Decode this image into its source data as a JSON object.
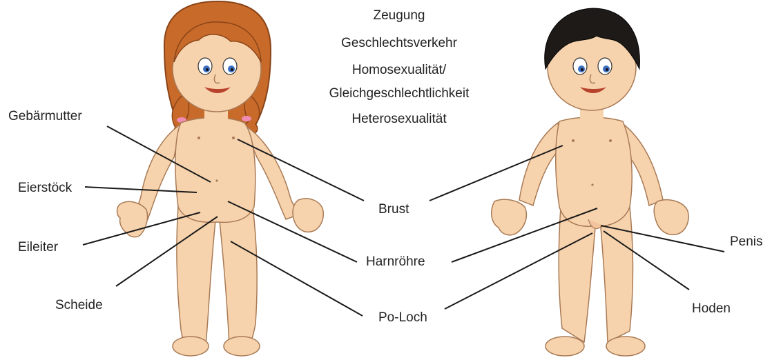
{
  "topics": [
    "Zeugung",
    "Geschlechtsverkehr",
    "Homosexualität/",
    "Gleichgeschlechtlichkeit",
    "Heterosexualität"
  ],
  "labels": {
    "gebaermutter": "Gebärmutter",
    "eierstoeck": "Eierstöck",
    "eileiter": "Eileiter",
    "scheide": "Scheide",
    "brust": "Brust",
    "harnroehre": "Harnröhre",
    "poloch": "Po-Loch",
    "penis": "Penis",
    "hoden": "Hoden"
  },
  "colors": {
    "skin": "#f7d3ad",
    "skin_outline": "#a87a55",
    "girl_hair": "#c86a2a",
    "boy_hair": "#1e1a18",
    "eyes": "#3a6cc0",
    "mouth": "#b8432c",
    "hair_tie": "#f08cb4",
    "line": "#1a1a1a"
  }
}
